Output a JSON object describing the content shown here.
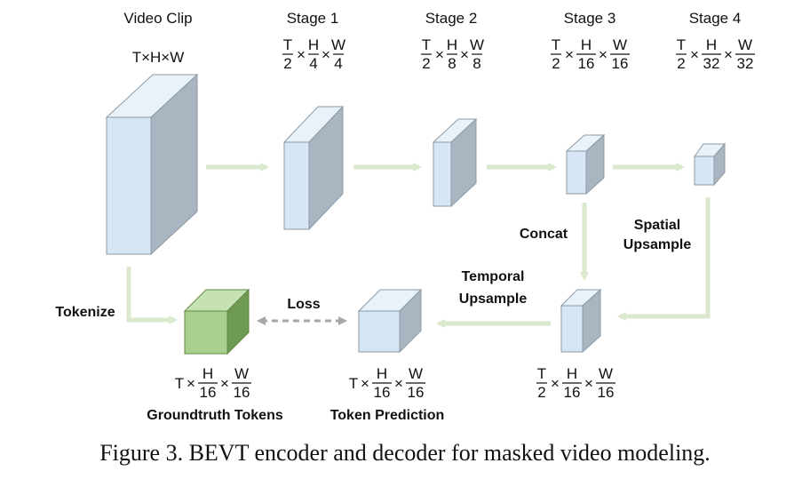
{
  "stages": {
    "video_clip": {
      "title": "Video Clip",
      "dims": "T×H×W"
    },
    "stage1": {
      "title": "Stage 1",
      "t": [
        "T",
        "2"
      ],
      "h": [
        "H",
        "4"
      ],
      "w": [
        "W",
        "4"
      ]
    },
    "stage2": {
      "title": "Stage 2",
      "t": [
        "T",
        "2"
      ],
      "h": [
        "H",
        "8"
      ],
      "w": [
        "W",
        "8"
      ]
    },
    "stage3": {
      "title": "Stage 3",
      "t": [
        "T",
        "2"
      ],
      "h": [
        "H",
        "16"
      ],
      "w": [
        "W",
        "16"
      ]
    },
    "stage4": {
      "title": "Stage 4",
      "t": [
        "T",
        "2"
      ],
      "h": [
        "H",
        "32"
      ],
      "w": [
        "W",
        "32"
      ]
    }
  },
  "ops": {
    "concat": "Concat",
    "spatial": [
      "Spatial",
      "Upsample"
    ],
    "temporal": [
      "Temporal",
      "Upsample"
    ],
    "tokenize": "Tokenize",
    "loss": "Loss"
  },
  "outputs": {
    "groundtruth": {
      "label": "Groundtruth Tokens",
      "prefix": "T",
      "h": [
        "H",
        "16"
      ],
      "w": [
        "W",
        "16"
      ]
    },
    "prediction": {
      "label": "Token Prediction",
      "prefix": "T",
      "h": [
        "H",
        "16"
      ],
      "w": [
        "W",
        "16"
      ]
    },
    "decoder": {
      "t": [
        "T",
        "2"
      ],
      "h": [
        "H",
        "16"
      ],
      "w": [
        "W",
        "16"
      ]
    }
  },
  "times_symbol": "×",
  "caption": "Figure 3. BEVT encoder and decoder for masked video modeling.",
  "colors": {
    "box_front": "#d6e6f4",
    "box_top": "#e9f1f9",
    "box_side": "#a9b6c2",
    "token_front": "#a9d08e",
    "token_top": "#c6e2b2",
    "token_side": "#6f9a52",
    "arrow": "#dbe9cf",
    "loss_arrow": "#a6a6a6"
  }
}
